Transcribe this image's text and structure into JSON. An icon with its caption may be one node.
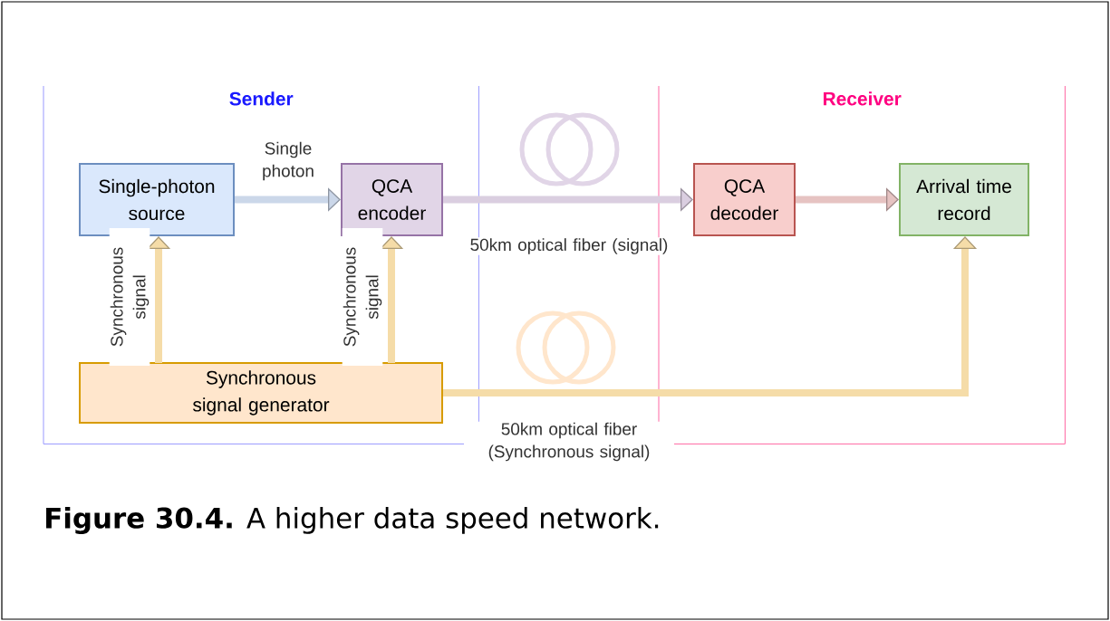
{
  "diagram": {
    "caption": "**Figure 30.4.** A higher data speed network.",
    "nodes": [
      {
        "text": [
          "Sender"
        ]
      },
      {
        "text": [
          "Receiver"
        ]
      },
      {
        "text": [
          "Single-photon source"
        ],
        "in": 0
      },
      {
        "text": [
          "QCA encoder"
        ],
        "in": 0
      },
      {
        "text": [
          "Synchronous signal generator"
        ],
        "in": 0
      },
      {
        "text": [
          "QCA decoder"
        ],
        "in": 1
      },
      {
        "text": [
          "Arrival time record"
        ],
        "in": 1
      }
    ],
    "edges": [
      {
        "from": 2,
        "to": 3,
        "arrow": "to",
        "label": "Single photon",
        "color": "#cbd7e9"
      },
      {
        "from": 3,
        "to": 5,
        "arrow": "to",
        "label": "50km optical fiber (signal)",
        "color": "#dacee0"
      },
      {
        "from": 5,
        "to": 6,
        "arrow": "to",
        "color": "#e6c3c2"
      },
      {
        "from": 4,
        "to": 2,
        "arrow": "to",
        "label": "Synchronous signal"
      },
      {
        "from": 4,
        "to": 3,
        "arrow": "to",
        "label": "Synchronous signal"
      },
      {
        "from": 4,
        "to": 6,
        "arrow": "to",
        "label": "50km optical fiber (Synchronous signal)"
      }
    ]
  }
}
